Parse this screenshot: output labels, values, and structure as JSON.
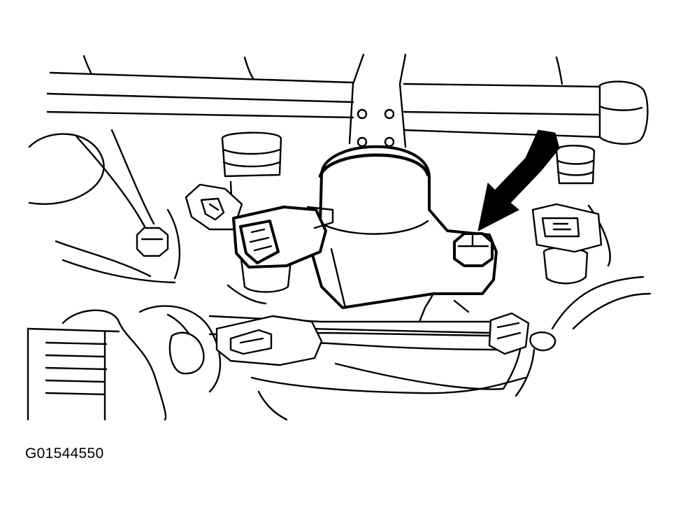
{
  "figure": {
    "id_label": "G01544550",
    "subject": "engine-component-with-connector-and-mounting-bolt",
    "pointer": "arrow-pointing-at-mounting-bolt"
  }
}
